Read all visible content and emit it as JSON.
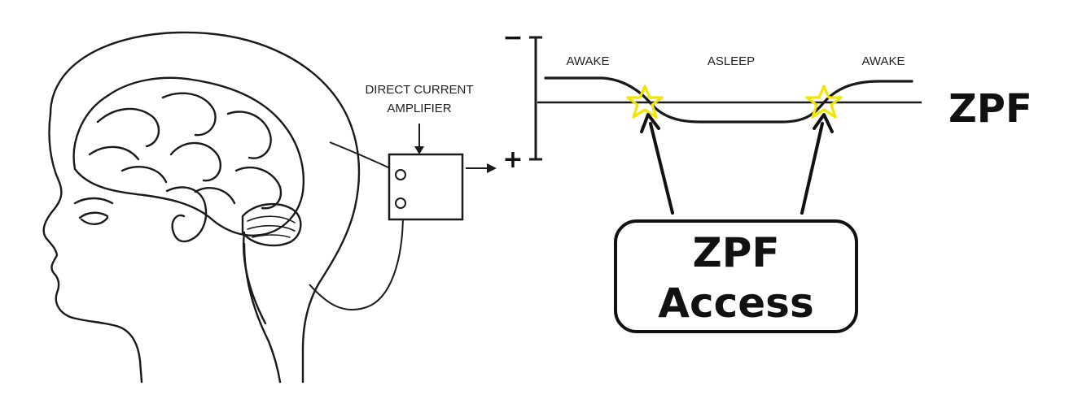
{
  "amplifier": {
    "line1": "DIRECT CURRENT",
    "line2": "AMPLIFIER"
  },
  "scale": {
    "minus": "−",
    "plus": "+"
  },
  "states": {
    "left": "AWAKE",
    "middle": "ASLEEP",
    "right": "AWAKE"
  },
  "zpf_label": "ZPF",
  "access_box": {
    "line1": "ZPF",
    "line2": "Access"
  },
  "colors": {
    "ink": "#111111",
    "star_outline": "#f2e600",
    "box_border": "#111111"
  }
}
